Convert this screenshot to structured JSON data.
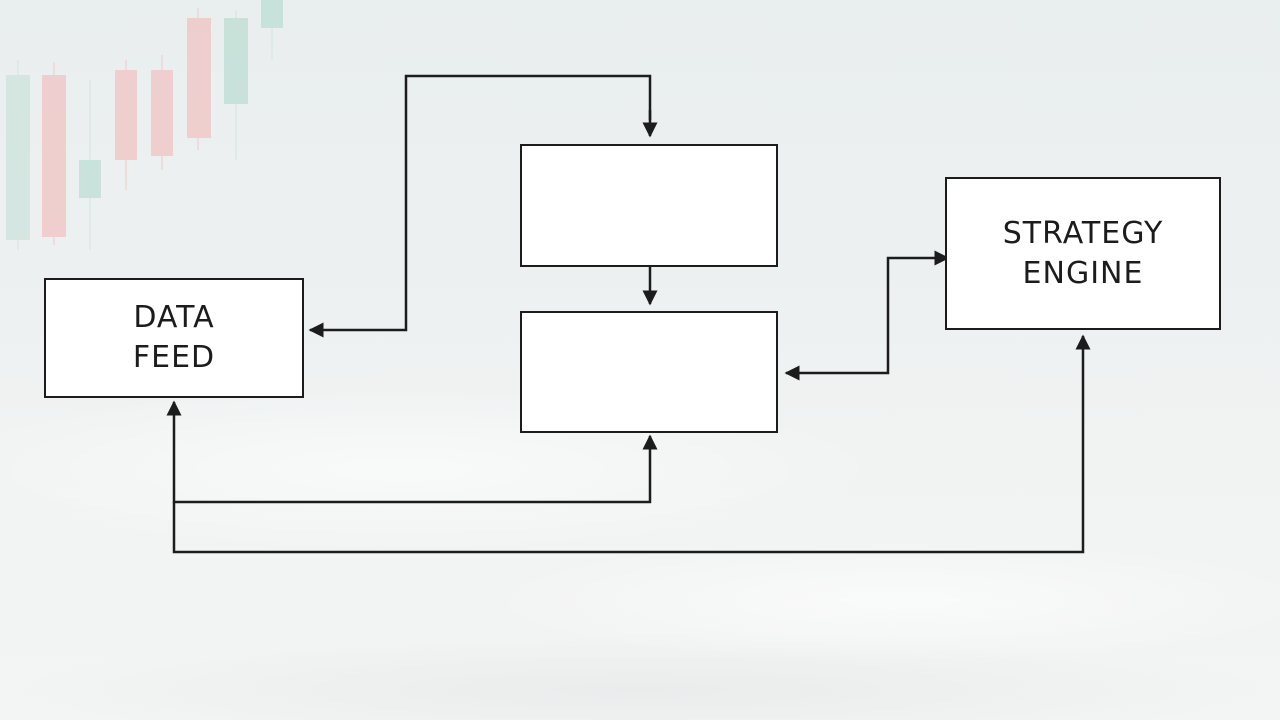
{
  "diagram": {
    "nodes": {
      "data_feed": {
        "line1": "DATA",
        "line2": "FEED"
      },
      "top_box": {
        "label": ""
      },
      "middle_box": {
        "label": ""
      },
      "strategy_engine": {
        "line1": "STRATEGY",
        "line2": "ENGINE"
      }
    },
    "edges": [
      {
        "from": "data_feed",
        "to": "top_box",
        "bidirectional": true
      },
      {
        "from": "top_box",
        "to": "middle_box",
        "bidirectional": false
      },
      {
        "from": "strategy_engine",
        "to": "middle_box",
        "bidirectional": true
      },
      {
        "from": "data_feed",
        "to": "middle_box",
        "bidirectional": true
      },
      {
        "from": "data_feed",
        "to": "strategy_engine",
        "bidirectional": true
      }
    ],
    "colors": {
      "line": "#1c1c1c",
      "box_fill": "#ffffff",
      "candle_green": "#9fd4c4",
      "candle_red": "#f4a7a7"
    }
  }
}
